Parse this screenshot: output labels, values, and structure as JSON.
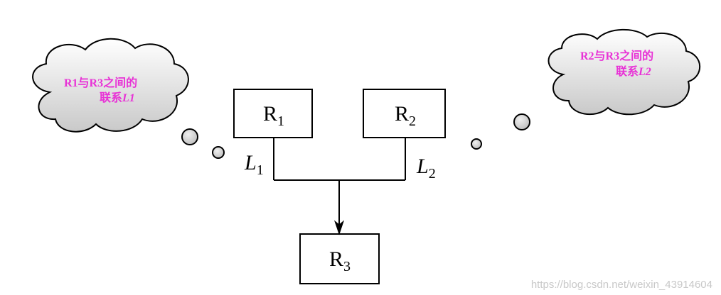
{
  "boxes": {
    "r1": {
      "main": "R",
      "sub": "1"
    },
    "r2": {
      "main": "R",
      "sub": "2"
    },
    "r3": {
      "main": "R",
      "sub": "3"
    }
  },
  "links": {
    "l1": {
      "main": "L",
      "sub": "1"
    },
    "l2": {
      "main": "L",
      "sub": "2"
    }
  },
  "clouds": {
    "left": {
      "line1": "R1与R3之间的",
      "line2_prefix": "联系",
      "line2_var": "L1"
    },
    "right": {
      "line1": "R2与R3之间的",
      "line2_prefix": "联系",
      "line2_var": "L2"
    }
  },
  "colors": {
    "cloud_text": "#e832d6",
    "cloud_fill_top": "#ffffff",
    "cloud_fill_bottom": "#c9c9c9",
    "bubble": "#cfcfcf"
  },
  "watermark": "https://blog.csdn.net/weixin_43914604"
}
